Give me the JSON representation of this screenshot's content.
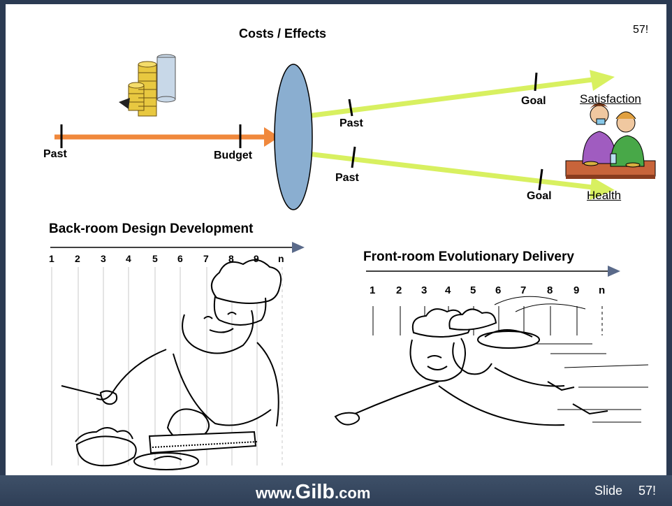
{
  "slide": {
    "title": "Costs / Effects",
    "page_number_top": "57!",
    "cost_axis": {
      "left_label": "Past",
      "right_label": "Budget"
    },
    "upper_axis": {
      "past_label": "Past",
      "goal_label": "Goal",
      "target_label": "Satisfaction"
    },
    "lower_axis": {
      "past_label": "Past",
      "goal_label": "Goal",
      "target_label": "Health"
    },
    "back_room": {
      "title": "Back-room Design Development",
      "steps": [
        "1",
        "2",
        "3",
        "4",
        "5",
        "6",
        "7",
        "8",
        "9",
        "n"
      ]
    },
    "front_room": {
      "title": "Front-room Evolutionary Delivery",
      "steps": [
        "1",
        "2",
        "3",
        "4",
        "5",
        "6",
        "7",
        "8",
        "9",
        "n"
      ]
    },
    "colors": {
      "cost_arrow": "#f0883c",
      "effect_arrow": "#d8f060",
      "lens": "#8aaed0",
      "step_arrow_head": "#5a6a8a"
    }
  },
  "footer": {
    "website_prefix": "www.",
    "website_brand": "Gilb",
    "website_suffix": ".com",
    "slide_label": "Slide",
    "slide_number": "57!"
  }
}
